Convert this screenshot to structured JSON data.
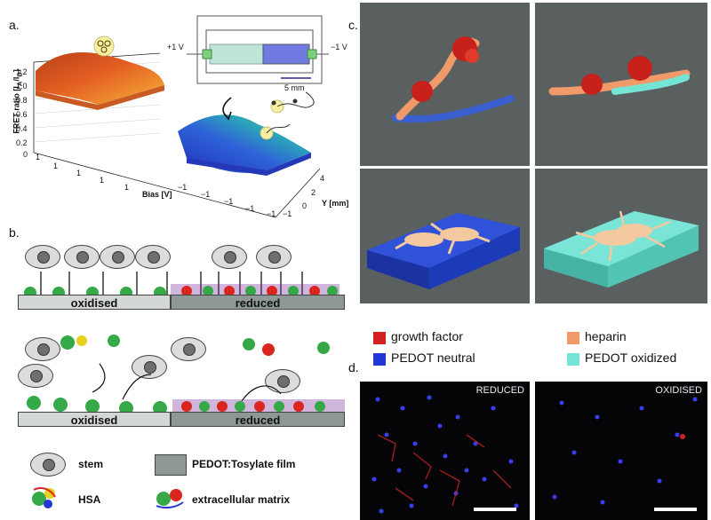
{
  "panels": {
    "a": {
      "letter": "a.",
      "ylabel": "FRET ratio [I",
      "ylabel_sub": "A",
      "ylabel_mid": "/I",
      "ylabel_sub2": "D",
      "ylabel_end": "]",
      "z_ticks": [
        "1.2",
        "1.0",
        "0.8",
        "0.6",
        "0.4",
        "0.2",
        "0"
      ],
      "bias_label": "Bias [V]",
      "bias_ticks": [
        "1",
        "1",
        "1",
        "1",
        "1",
        "−1",
        "−1",
        "−1",
        "−1",
        "−1"
      ],
      "y_label": "Y [mm]",
      "y_ticks": [
        "4",
        "2",
        "0",
        "−1"
      ],
      "inset_left": "+1 V",
      "inset_right": "−1 V",
      "inset_scale": "5 mm"
    },
    "b": {
      "letter": "b.",
      "top": {
        "left": "oxidised",
        "right": "reduced"
      },
      "bottom": {
        "left": "oxidised",
        "right": "reduced"
      },
      "legend": {
        "stem": "stem",
        "film": "PEDOT:Tosylate film",
        "hsa": "HSA",
        "ecm": "extracellular matrix"
      }
    },
    "c": {
      "letter": "c.",
      "legend": [
        {
          "label": "growth factor",
          "color": "#d42020"
        },
        {
          "label": "heparin",
          "color": "#f09a6a"
        },
        {
          "label": "PEDOT neutral",
          "color": "#2336d6"
        },
        {
          "label": "PEDOT oxidized",
          "color": "#74e4d4"
        }
      ]
    },
    "d": {
      "letter": "d.",
      "left_label": "REDUCED",
      "right_label": "OXIDISED"
    }
  }
}
